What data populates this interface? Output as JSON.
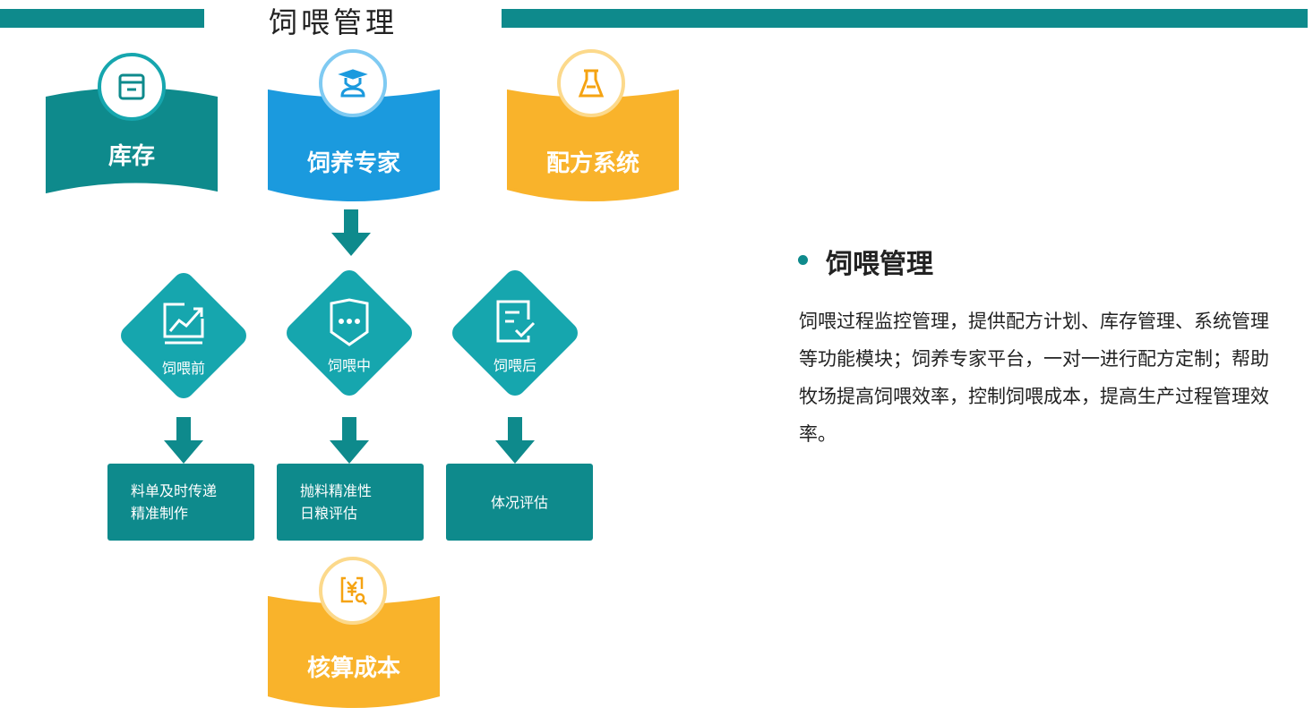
{
  "header": {
    "title": "饲喂管理"
  },
  "colors": {
    "teal": "#0e8a8c",
    "teal_light": "#16a6ae",
    "blue": "#1b9ade",
    "orange": "#f9b32b"
  },
  "top_modules": [
    {
      "label": "库存",
      "icon": "archive-box-icon"
    },
    {
      "label": "饲养专家",
      "icon": "graduate-expert-icon"
    },
    {
      "label": "配方系统",
      "icon": "flask-icon"
    }
  ],
  "stages": [
    {
      "label": "饲喂前",
      "icon": "trend-chart-icon",
      "detail": [
        "料单及时传递",
        "精准制作"
      ]
    },
    {
      "label": "饲喂中",
      "icon": "chat-shield-icon",
      "detail": [
        "抛料精准性",
        "日粮评估"
      ]
    },
    {
      "label": "饲喂后",
      "icon": "checklist-icon",
      "detail": [
        "体况评估"
      ]
    }
  ],
  "bottom_module": {
    "label": "核算成本",
    "icon": "yuan-search-icon"
  },
  "description": {
    "heading": "饲喂管理",
    "text": "饲喂过程监控管理，提供配方计划、库存管理、系统管理等功能模块；饲养专家平台，一对一进行配方定制；帮助牧场提高饲喂效率，控制饲喂成本，提高生产过程管理效率。"
  }
}
